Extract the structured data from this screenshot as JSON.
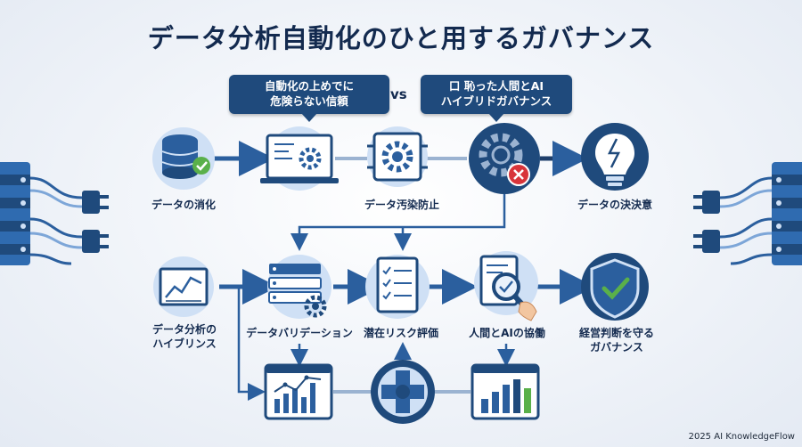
{
  "title": "データ分析自動化のひと用するガバナンス",
  "callouts": {
    "left_line1": "自動化の上めでに",
    "left_line2": "危険らない信頼",
    "vs": "vs",
    "right_line1": "口 恥った人間とAI",
    "right_line2": "ハイブリドガバナンス"
  },
  "labels": {
    "data_consume": "データの消化",
    "data_pollution": "データ汚染防止",
    "data_decision": "データの決決意",
    "hybrid_line1": "データ分析の",
    "hybrid_line2": "ハイブリンス",
    "validation": "データバリデーション",
    "risk": "潜在リスク評価",
    "human_ai": "人間とAIの協働",
    "gov_line1": "経営判断を守る",
    "gov_line2": "ガバナンス"
  },
  "footer": "2025 AI KnowledgeFlow",
  "colors": {
    "navy": "#132a4f",
    "blue": "#2b5f9e",
    "light": "#cfe0f5",
    "check": "#5ab04a",
    "alert": "#d8343a"
  },
  "icons": [
    "database-icon",
    "monitor-gear-icon",
    "gear-chip-icon",
    "gear-error-icon",
    "lightbulb-icon",
    "chart-monitor-icon",
    "server-list-icon",
    "checklist-document-icon",
    "magnifier-document-icon",
    "shield-check-icon",
    "line-chart-icon",
    "hub-icon",
    "bar-chart-icon",
    "left-cable-connector-icon",
    "right-cable-connector-icon"
  ]
}
